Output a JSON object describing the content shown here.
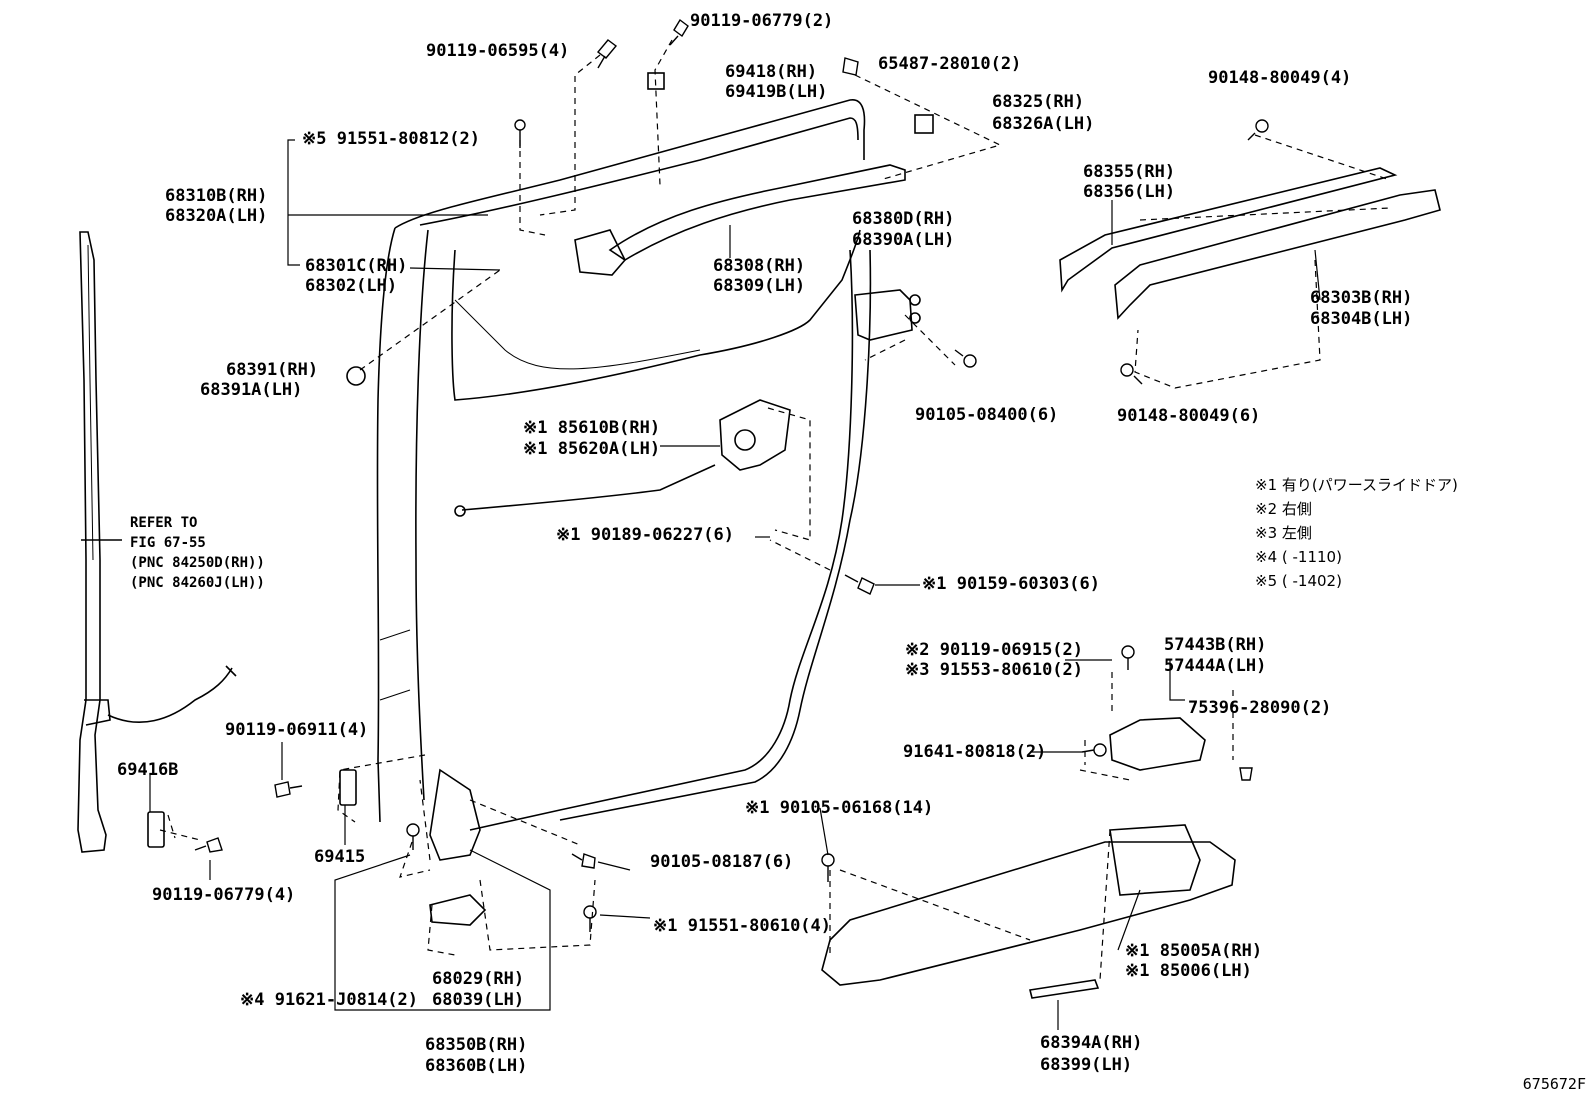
{
  "diagram_code": "675672F",
  "refer": {
    "line1": "REFER TO",
    "line2": "FIG 67-55",
    "line3": "(PNC 84250D(RH))",
    "line4": "(PNC 84260J(LH))"
  },
  "notes": [
    "※1 有り(パワースライドドア)",
    "※2 右側",
    "※3 左側",
    "※4 (      -1110)",
    "※5 (      -1402)"
  ],
  "labels": {
    "p90119_06779_2": "90119-06779(2)",
    "p90119_06595": "90119-06595(4)",
    "p65487": "65487-28010(2)",
    "p69418": "69418(RH)",
    "p69419b": "69419B(LH)",
    "p68325": "68325(RH)",
    "p68326a": "68326A(LH)",
    "p90148_top": "90148-80049(4)",
    "p91551_80812": "※5 91551-80812(2)",
    "p68310b": "68310B(RH)",
    "p68320a": "68320A(LH)",
    "p68301c": "68301C(RH)",
    "p68302": "68302(LH)",
    "p68308": "68308(RH)",
    "p68309": "68309(LH)",
    "p68380d": "68380D(RH)",
    "p68390a": "68390A(LH)",
    "p68355": "68355(RH)",
    "p68356": "68356(LH)",
    "p68303b": "68303B(RH)",
    "p68304b": "68304B(LH)",
    "p68391": "68391(RH)",
    "p68391a": "68391A(LH)",
    "p90105_08400": "90105-08400(6)",
    "p90148_bot": "90148-80049(6)",
    "p85610b": "※1 85610B(RH)",
    "p85620a": "※1 85620A(LH)",
    "p90189": "※1 90189-06227(6)",
    "p90159": "※1 90159-60303(6)",
    "p90119_06915": "※2 90119-06915(2)",
    "p91553": "※3 91553-80610(2)",
    "p57443b": "57443B(RH)",
    "p57444a": "57444A(LH)",
    "p75396": "75396-28090(2)",
    "p91641": "91641-80818(2)",
    "p90119_06911": "90119-06911(4)",
    "p69416b": "69416B",
    "p69415": "69415",
    "p90119_06779_4": "90119-06779(4)",
    "p90105_06168": "※1 90105-06168(14)",
    "p90105_08187": "90105-08187(6)",
    "p91551_80610": "※1 91551-80610(4)",
    "p85005a": "※1 85005A(RH)",
    "p85006": "※1 85006(LH)",
    "p68029": "68029(RH)",
    "p68039": "68039(LH)",
    "p91621": "※4 91621-J0814(2)",
    "p68350b": "68350B(RH)",
    "p68360b": "68360B(LH)",
    "p68394a": "68394A(RH)",
    "p68399": "68399(LH)"
  }
}
